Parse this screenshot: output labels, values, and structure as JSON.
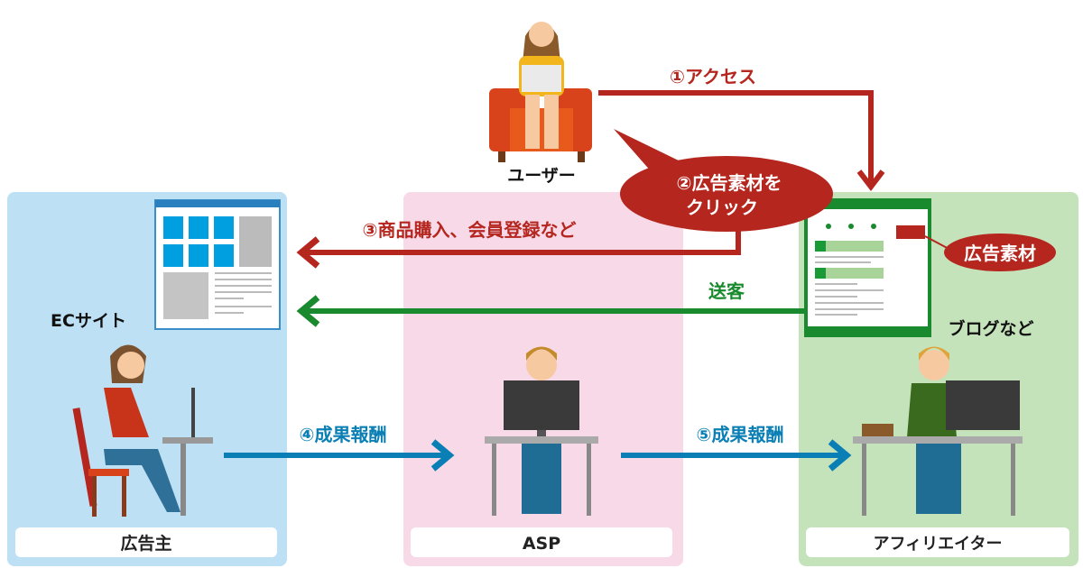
{
  "title": "アフィリエイトの仕組み",
  "actors": {
    "user": "ユーザー",
    "advertiser": "広告主",
    "asp": "ASP",
    "affiliate": "アフィリエイター"
  },
  "labels": {
    "ec_site": "ECサイト",
    "blog": "ブログなど",
    "ad_material": "広告素材"
  },
  "flows": {
    "step1": "①アクセス",
    "step2_line1": "②広告素材を",
    "step2_line2": "クリック",
    "step3": "③商品購入、会員登録など",
    "referral": "送客",
    "step4": "④成果報酬",
    "step5": "⑤成果報酬"
  },
  "colors": {
    "red": "#b5261e",
    "green": "#1a8a2e",
    "blue": "#0a7fb5",
    "advertiser_bg": "#bde0f5",
    "asp_bg": "#f7d9e8",
    "affiliate_bg": "#c5e3bb"
  }
}
